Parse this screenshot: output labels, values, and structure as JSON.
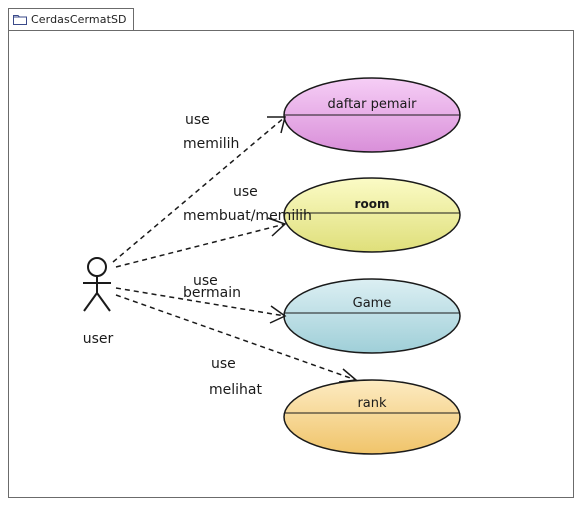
{
  "package": {
    "name": "CerdasCermatSD",
    "icon": "folder-icon"
  },
  "actor": {
    "name": "user",
    "icon": "stick-figure-icon"
  },
  "use_cases": [
    {
      "label": "daftar pemair",
      "fill_top": "#f6cef6",
      "fill_bottom": "#d98fd9"
    },
    {
      "label": "room",
      "fill_top": "#fbfbc6",
      "fill_bottom": "#dfdf7a"
    },
    {
      "label": "Game",
      "fill_top": "#dceff3",
      "fill_bottom": "#9fcfd8"
    },
    {
      "label": "rank",
      "fill_top": "#fdebc2",
      "fill_bottom": "#f0c46a"
    }
  ],
  "associations": [
    {
      "stereotype": "use",
      "label": "memilih"
    },
    {
      "stereotype": "use",
      "label": "membuat/memilih"
    },
    {
      "stereotype": "use",
      "label": "bermain"
    },
    {
      "stereotype": "use",
      "label": "melihat"
    }
  ],
  "colors": {
    "outline": "#1a1a1a",
    "frame": "#6b6b6b"
  }
}
